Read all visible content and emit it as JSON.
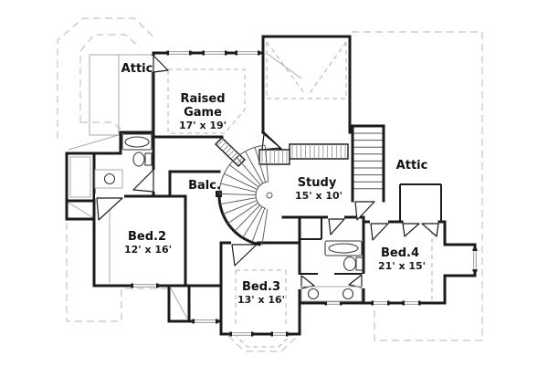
{
  "rooms": {
    "attic_left": {
      "name": "Attic"
    },
    "raised_game": {
      "name_line1": "Raised",
      "name_line2": "Game",
      "dims": "17' x 19'"
    },
    "balcony": {
      "name": "Balc."
    },
    "study": {
      "name": "Study",
      "dims": "15' x 10'"
    },
    "attic_right": {
      "name": "Attic"
    },
    "bed2": {
      "name": "Bed.2",
      "dims": "12' x 16'"
    },
    "bed3": {
      "name": "Bed.3",
      "dims": "13' x 16'"
    },
    "bed4": {
      "name": "Bed.4",
      "dims": "21' x 15'"
    }
  },
  "colors": {
    "wall": "#1b1b1b",
    "roof_dash": "#c4c4c4",
    "ceiling_dash": "#b0b0b0",
    "thin_line": "#a8a8a8",
    "text": "#111111",
    "background": "#ffffff"
  }
}
